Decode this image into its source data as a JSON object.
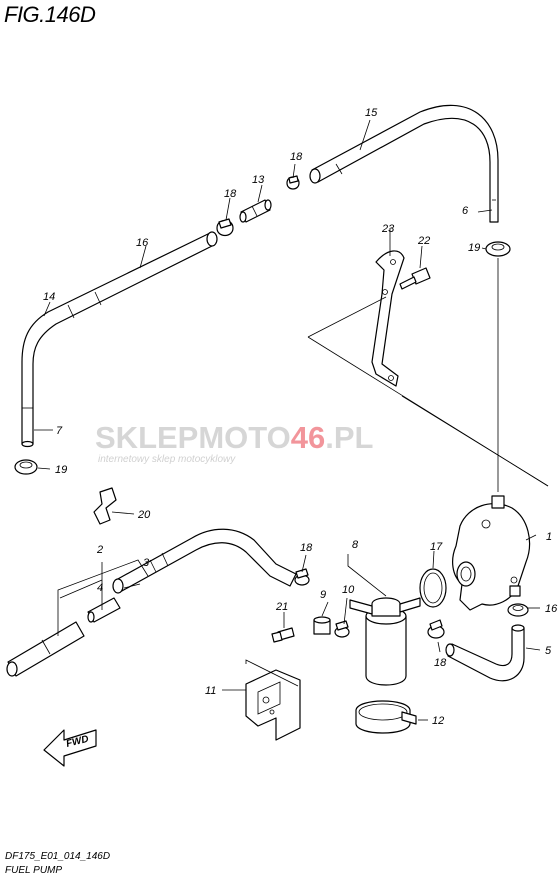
{
  "header": {
    "figure_title": "FIG.146D"
  },
  "footer": {
    "diagram_code": "DF175_E01_014_146D",
    "section_name": "FUEL PUMP"
  },
  "watermark": {
    "brand": "SKLEPMOTO46.PL",
    "tagline": "internetowy sklep motocyklowy",
    "accent_color": "#e8404a"
  },
  "direction_marker": {
    "label": "FWD"
  },
  "callouts": {
    "c1": "1",
    "c2": "2",
    "c3": "3",
    "c4": "4",
    "c5": "5",
    "c6": "6",
    "c7": "7",
    "c8": "8",
    "c9": "9",
    "c10": "10",
    "c11": "11",
    "c12": "12",
    "c13": "13",
    "c14": "14",
    "c15": "15",
    "c16a": "16",
    "c16b": "16",
    "c17": "17",
    "c18a": "18",
    "c18b": "18",
    "c18c": "18",
    "c18d": "18",
    "c19a": "19",
    "c19b": "19",
    "c20": "20",
    "c21": "21",
    "c22": "22",
    "c23": "23"
  }
}
